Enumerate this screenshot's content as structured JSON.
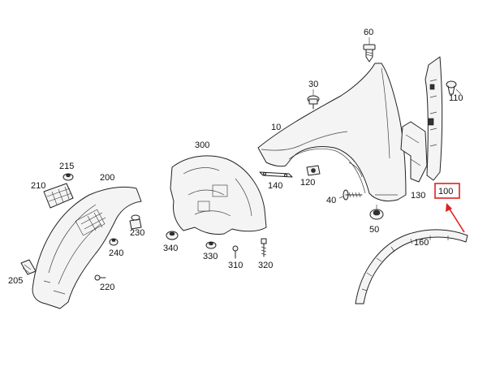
{
  "diagram": {
    "labels": {
      "l10": "10",
      "l30": "30",
      "l40": "40",
      "l50": "50",
      "l60": "60",
      "l100": "100",
      "l110": "110",
      "l120": "120",
      "l130": "130",
      "l140": "140",
      "l160": "160",
      "l200": "200",
      "l205": "205",
      "l210": "210",
      "l215": "215",
      "l220": "220",
      "l230": "230",
      "l240": "240",
      "l300": "300",
      "l310": "310",
      "l320": "320",
      "l330": "330",
      "l340": "340"
    },
    "colors": {
      "highlight": "#e02020",
      "line": "#222222",
      "background": "#ffffff"
    }
  }
}
